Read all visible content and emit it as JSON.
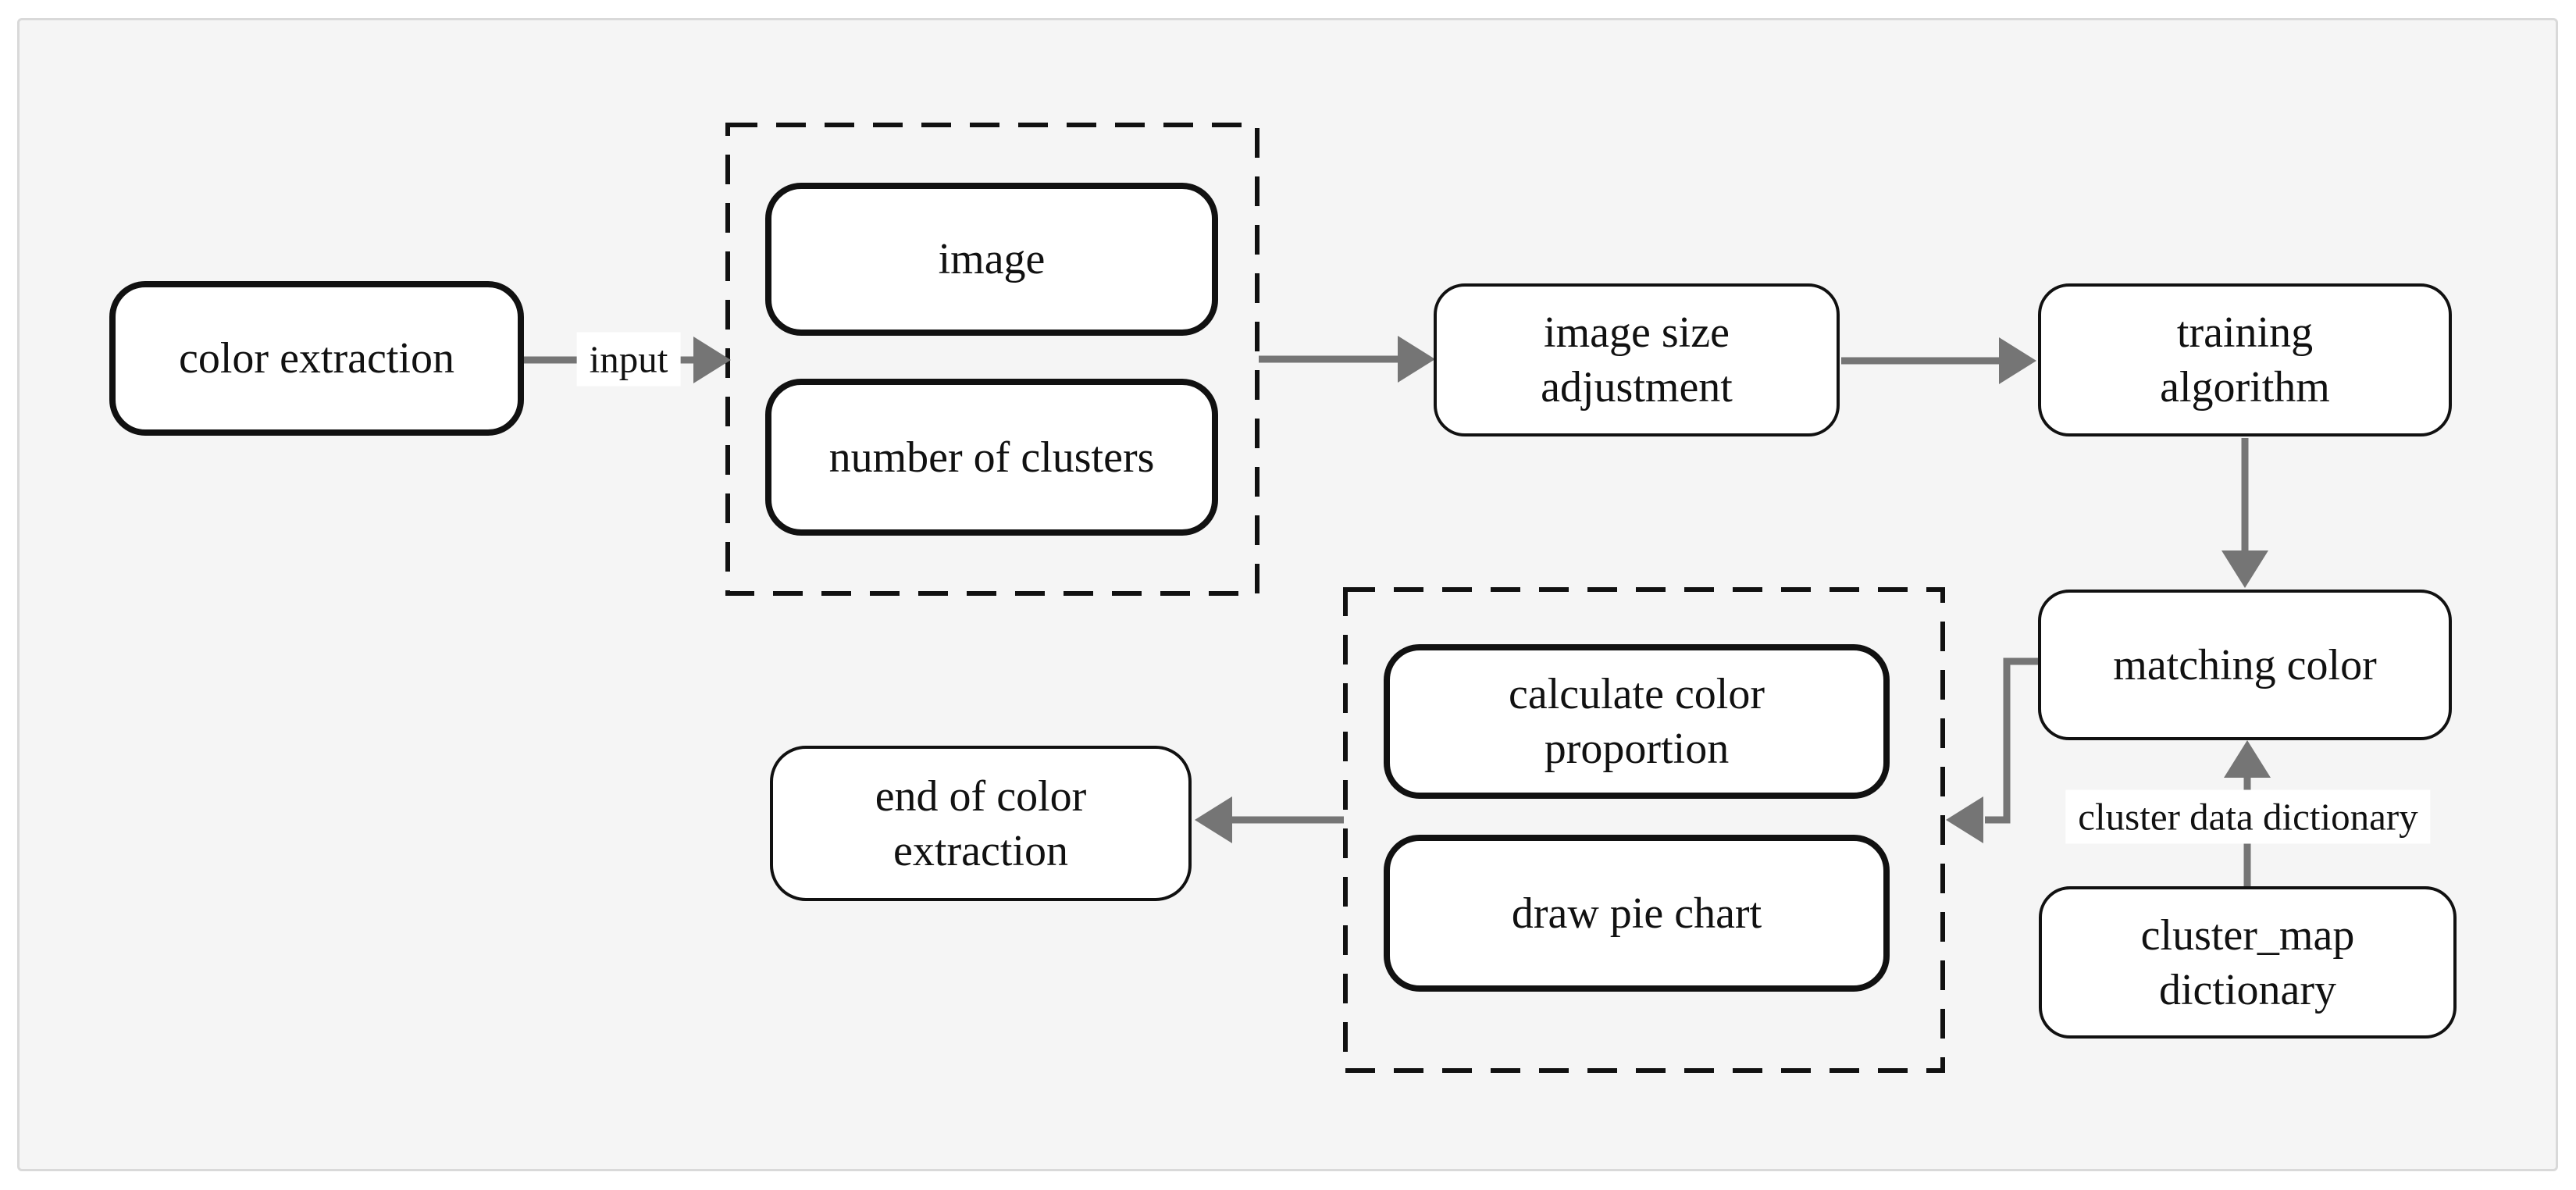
{
  "colors": {
    "background": "#f5f5f5",
    "panel_border": "#d9d9d9",
    "node_fill": "#ffffff",
    "node_border": "#111111",
    "arrow": "#757575",
    "text": "#111111"
  },
  "nodes": {
    "color_extraction": {
      "label": "color extraction"
    },
    "image": {
      "label": "image"
    },
    "number_of_clusters": {
      "label": "number of clusters"
    },
    "image_size_adjustment": {
      "label": "image size\nadjustment"
    },
    "training_algorithm": {
      "label": "training\nalgorithm"
    },
    "matching_color": {
      "label": "matching color"
    },
    "calculate_color_proportion": {
      "label": "calculate color\nproportion"
    },
    "draw_pie_chart": {
      "label": "draw pie chart"
    },
    "end_of_color_extraction": {
      "label": "end of color\nextraction"
    },
    "cluster_map_dictionary": {
      "label": "cluster_map\ndictionary"
    }
  },
  "edge_labels": {
    "input": "input",
    "cluster_data_dictionary": "cluster data dictionary"
  }
}
